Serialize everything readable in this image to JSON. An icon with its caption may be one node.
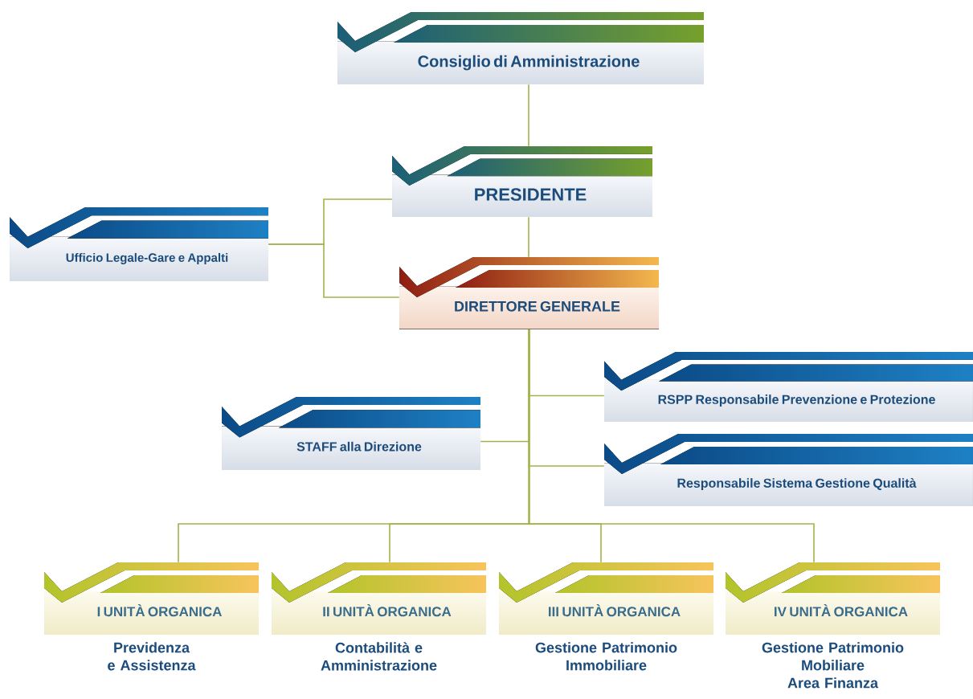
{
  "diagram": {
    "nodes": [
      {
        "text": [
          "Consiglio di Amministrazione"
        ]
      },
      {
        "text": [
          "PRESIDENTE"
        ]
      },
      {
        "text": [
          "Ufficio Legale-Gare e Appalti"
        ]
      },
      {
        "text": [
          "DIRETTORE GENERALE"
        ]
      },
      {
        "text": [
          "RSPP Responsabile Prevenzione e Protezione"
        ]
      },
      {
        "text": [
          "STAFF alla Direzione"
        ]
      },
      {
        "text": [
          "Responsabile Sistema Gestione Qualità"
        ]
      },
      {
        "text": [
          "I UNITÀ ORGANICA",
          "Previdenza e Assistenza"
        ]
      },
      {
        "text": [
          "II UNITÀ ORGANICA",
          "Contabilità e Amministrazione"
        ]
      },
      {
        "text": [
          "III UNITÀ ORGANICA",
          "Gestione Patrimonio Immobiliare"
        ]
      },
      {
        "text": [
          "IV UNITÀ ORGANICA",
          "Gestione Patrimonio Mobiliare Area Finanza"
        ]
      }
    ],
    "edges": [
      {
        "from": 0,
        "to": 1,
        "arrow": "none"
      },
      {
        "from": 1,
        "to": 2,
        "arrow": "none"
      },
      {
        "from": 3,
        "to": 2,
        "arrow": "none"
      },
      {
        "from": 1,
        "to": 3,
        "arrow": "none"
      },
      {
        "from": 3,
        "to": 4,
        "arrow": "none"
      },
      {
        "from": 3,
        "to": 5,
        "arrow": "none"
      },
      {
        "from": 3,
        "to": 6,
        "arrow": "none"
      },
      {
        "from": 3,
        "to": 7,
        "arrow": "none"
      },
      {
        "from": 3,
        "to": 8,
        "arrow": "none"
      },
      {
        "from": 3,
        "to": 9,
        "arrow": "none"
      },
      {
        "from": 3,
        "to": 10,
        "arrow": "none"
      }
    ]
  }
}
